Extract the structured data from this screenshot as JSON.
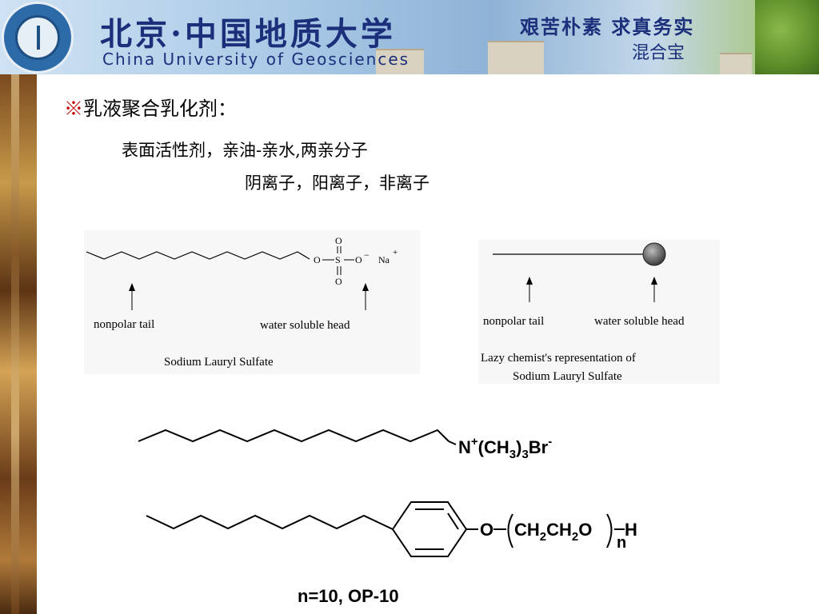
{
  "banner": {
    "title_cn": "北京·中国地质大学",
    "title_en": "China University of Geosciences",
    "motto_line1": "艰苦朴素 求真务实",
    "motto_line2": "混合宝"
  },
  "slide": {
    "heading_mark": "※",
    "heading": "乳液聚合乳化剂：",
    "line1": "表面活性剂，亲油-亲水,两亲分子",
    "line2": "阴离子，阳离子，非离子"
  },
  "figure_left": {
    "nonpolar_label": "nonpolar tail",
    "head_label": "water soluble head",
    "caption": "Sodium Lauryl Sulfate",
    "atom_O": "O",
    "atom_S": "S",
    "ion_minus": "−",
    "counter_ion": "Na",
    "counter_charge": "+"
  },
  "figure_right": {
    "nonpolar_label": "nonpolar tail",
    "head_label": "water soluble head",
    "caption_line1": "Lazy chemist's representation of",
    "caption_line2": "Sodium Lauryl Sulfate"
  },
  "structure_cationic": {
    "N": "N",
    "plus": "+",
    "group": "(CH",
    "sub3a": "3",
    "close": ")",
    "sub3b": "3",
    "Br": "Br",
    "minus": "-"
  },
  "structure_nonionic": {
    "O": "O",
    "ch2a": "CH",
    "sub2a": "2",
    "ch2b": "CH",
    "sub2b": "2",
    "O2": "O",
    "H": "H",
    "n": "n"
  },
  "footer": "n=10, OP-10"
}
